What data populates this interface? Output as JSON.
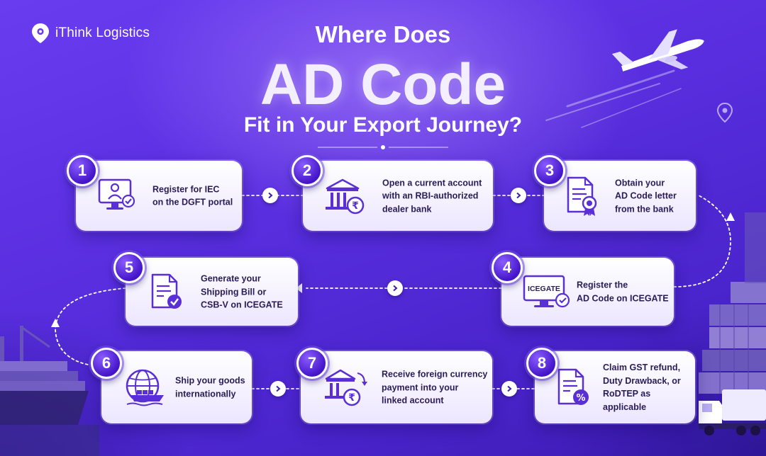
{
  "brand": {
    "name": "iThink Logistics"
  },
  "title": {
    "line1": "Where Does",
    "line2": "AD Code",
    "line3": "Fit in Your Export Journey?"
  },
  "steps": [
    {
      "number": "1",
      "lines": [
        "Register for IEC",
        "on the DGFT portal"
      ],
      "icon": "monitor-user-check-icon"
    },
    {
      "number": "2",
      "lines": [
        "Open a current account",
        "with an RBI-authorized",
        "dealer bank"
      ],
      "icon": "bank-rupee-icon"
    },
    {
      "number": "3",
      "lines": [
        "Obtain your",
        "AD Code letter",
        "from the bank"
      ],
      "icon": "certificate-document-icon"
    },
    {
      "number": "4",
      "lines": [
        "Register the",
        "AD Code on ICEGATE"
      ],
      "icon": "monitor-check-icon",
      "icon_text": "ICEGATE"
    },
    {
      "number": "5",
      "lines": [
        "Generate your",
        "Shipping Bill or",
        "CSB-V on ICEGATE"
      ],
      "icon": "document-check-icon"
    },
    {
      "number": "6",
      "lines": [
        "Ship your goods",
        "internationally"
      ],
      "icon": "globe-ship-icon"
    },
    {
      "number": "7",
      "lines": [
        "Receive foreign currency",
        "payment into your",
        "linked account"
      ],
      "icon": "bank-exchange-icon"
    },
    {
      "number": "8",
      "lines": [
        "Claim GST refund,",
        "Duty Drawback, or",
        "RoDTEP as applicable"
      ],
      "icon": "document-percent-icon"
    }
  ],
  "colors": {
    "primary": "#5b2ee6",
    "card": "#f3efff",
    "text": "#2a1d57",
    "icon": "#5a2fd6"
  }
}
